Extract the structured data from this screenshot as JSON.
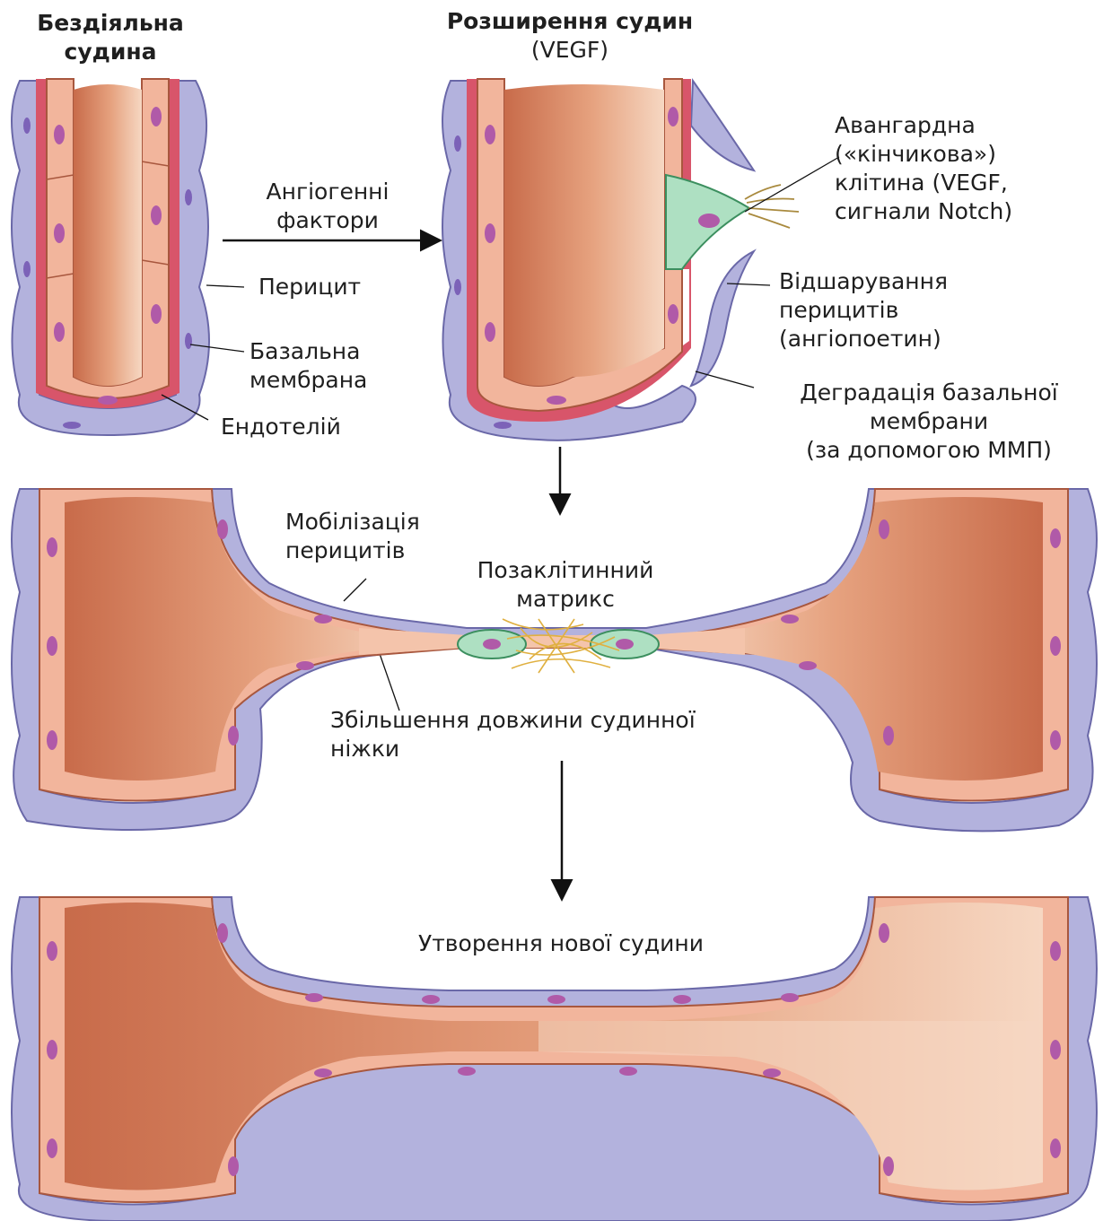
{
  "colors": {
    "pericyte": "#b3b2dd",
    "pericyte_stroke": "#6a68a8",
    "pericyte_nucleus": "#7c62b8",
    "basement_membrane": "#d8556a",
    "endothelium": "#f2b59c",
    "endothelium_stroke": "#a8573e",
    "endothelial_nucleus": "#b05aa8",
    "lumen_dark": "#c86b4a",
    "lumen_light": "#f6d7c2",
    "tip_cell": "#aee0c2",
    "matrix_fibers": "#e0b040",
    "arrow": "#111111"
  },
  "labels": {
    "quiescent_title_line1": "Бездіяльна",
    "quiescent_title_line2": "судина",
    "vasodilation_title": "Розширення судин",
    "vasodilation_subtitle": "(VEGF)",
    "angiogenic_factors_line1": "Ангіогенні",
    "angiogenic_factors_line2": "фактори",
    "pericyte": "Перицит",
    "basement_membrane_line1": "Базальна",
    "basement_membrane_line2": "мембрана",
    "endothelium": "Ендотелій",
    "tip_cell_line1": "Авангардна",
    "tip_cell_line2": "(«кінчикова»)",
    "tip_cell_line3": "клітина (VEGF,",
    "tip_cell_line4": "сигнали Notch)",
    "pericyte_detachment_line1": "Відшарування",
    "pericyte_detachment_line2": "перицитів",
    "pericyte_detachment_line3": "(ангіопоетин)",
    "bm_degradation_line1": "Деградація базальної",
    "bm_degradation_line2": "мембрани",
    "bm_degradation_line3": "(за допомогою ММП)",
    "pericyte_mobilization_line1": "Мобілізація",
    "pericyte_mobilization_line2": "перицитів",
    "ecm_line1": "Позаклітинний",
    "ecm_line2": "матрикс",
    "stalk_elongation_line1": "Збільшення довжини судинної",
    "stalk_elongation_line2": "ніжки",
    "new_vessel": "Утворення нової судини"
  }
}
